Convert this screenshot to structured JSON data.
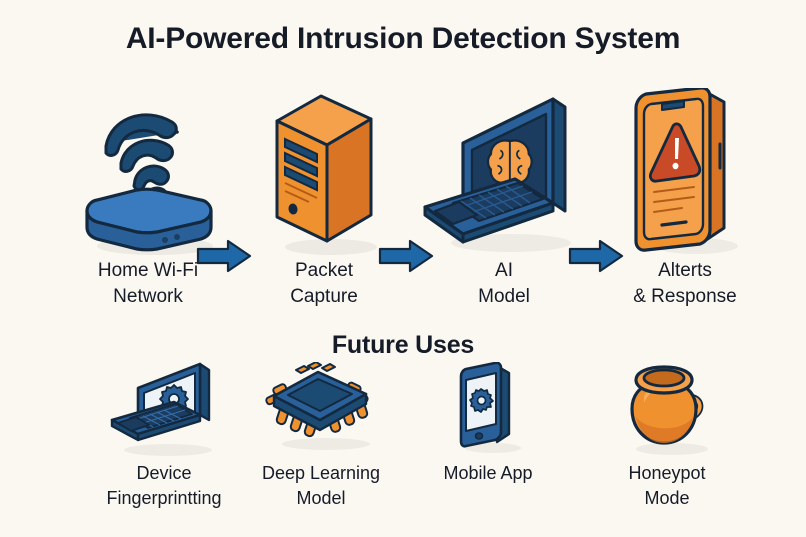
{
  "title": "AI-Powered Intrusion Detection System",
  "section_title": "Future Uses",
  "colors": {
    "background": "#fbf8f2",
    "text": "#161b28",
    "blue_light": "#3a7bbf",
    "blue_mid": "#2a6099",
    "blue_dark": "#1b3b5f",
    "outline": "#13293f",
    "orange_light": "#f5a04a",
    "orange_mid": "#f0912f",
    "orange_dark": "#d97424",
    "red": "#c94a27",
    "arrow_blue": "#1f68a8",
    "screen_white": "#eef3f7"
  },
  "pipeline": {
    "stages": [
      {
        "icon": "wifi-router-icon",
        "label_line1": "Home Wi-Fi",
        "label_line2": "Network"
      },
      {
        "icon": "server-tower-icon",
        "label_line1": "Packet",
        "label_line2": "Capture"
      },
      {
        "icon": "laptop-brain-icon",
        "label_line1": "AI",
        "label_line2": "Model"
      },
      {
        "icon": "phone-alert-icon",
        "label_line1": "Alterts",
        "label_line2": "& Response"
      }
    ],
    "arrows": [
      {
        "icon": "arrow-right-icon"
      },
      {
        "icon": "arrow-right-icon"
      },
      {
        "icon": "arrow-right-icon"
      }
    ]
  },
  "future_uses": {
    "items": [
      {
        "icon": "laptop-gear-icon",
        "label_line1": "Device",
        "label_line2": "Fingerprintting"
      },
      {
        "icon": "chip-icon",
        "label_line1": "Deep Learning",
        "label_line2": "Model"
      },
      {
        "icon": "tablet-gear-icon",
        "label_line1": "Mobile App",
        "label_line2": ""
      },
      {
        "icon": "honeypot-icon",
        "label_line1": "Honeypot",
        "label_line2": "Mode"
      }
    ]
  }
}
